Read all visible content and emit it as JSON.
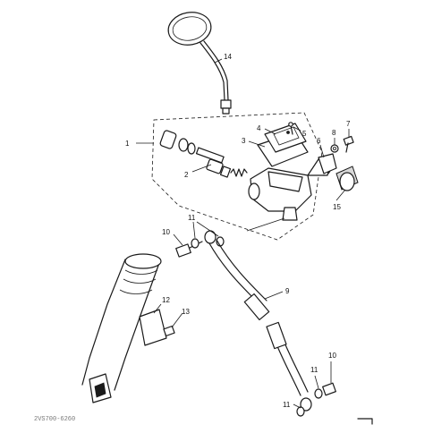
{
  "callouts": [
    {
      "id": "c1",
      "label": "1"
    },
    {
      "id": "c2",
      "label": "2"
    },
    {
      "id": "c3",
      "label": "3"
    },
    {
      "id": "c4",
      "label": "4"
    },
    {
      "id": "c5",
      "label": "5"
    },
    {
      "id": "c6",
      "label": "6"
    },
    {
      "id": "c7",
      "label": "7"
    },
    {
      "id": "c8",
      "label": "8"
    },
    {
      "id": "c9",
      "label": "9"
    },
    {
      "id": "c10a",
      "label": "10"
    },
    {
      "id": "c10b",
      "label": "10"
    },
    {
      "id": "c11a",
      "label": "11"
    },
    {
      "id": "c11b",
      "label": "11"
    },
    {
      "id": "c11c",
      "label": "11"
    },
    {
      "id": "c12",
      "label": "12"
    },
    {
      "id": "c13",
      "label": "13"
    },
    {
      "id": "c14",
      "label": "14"
    },
    {
      "id": "c15",
      "label": "15"
    }
  ],
  "footer_code": "2VS700-6260"
}
